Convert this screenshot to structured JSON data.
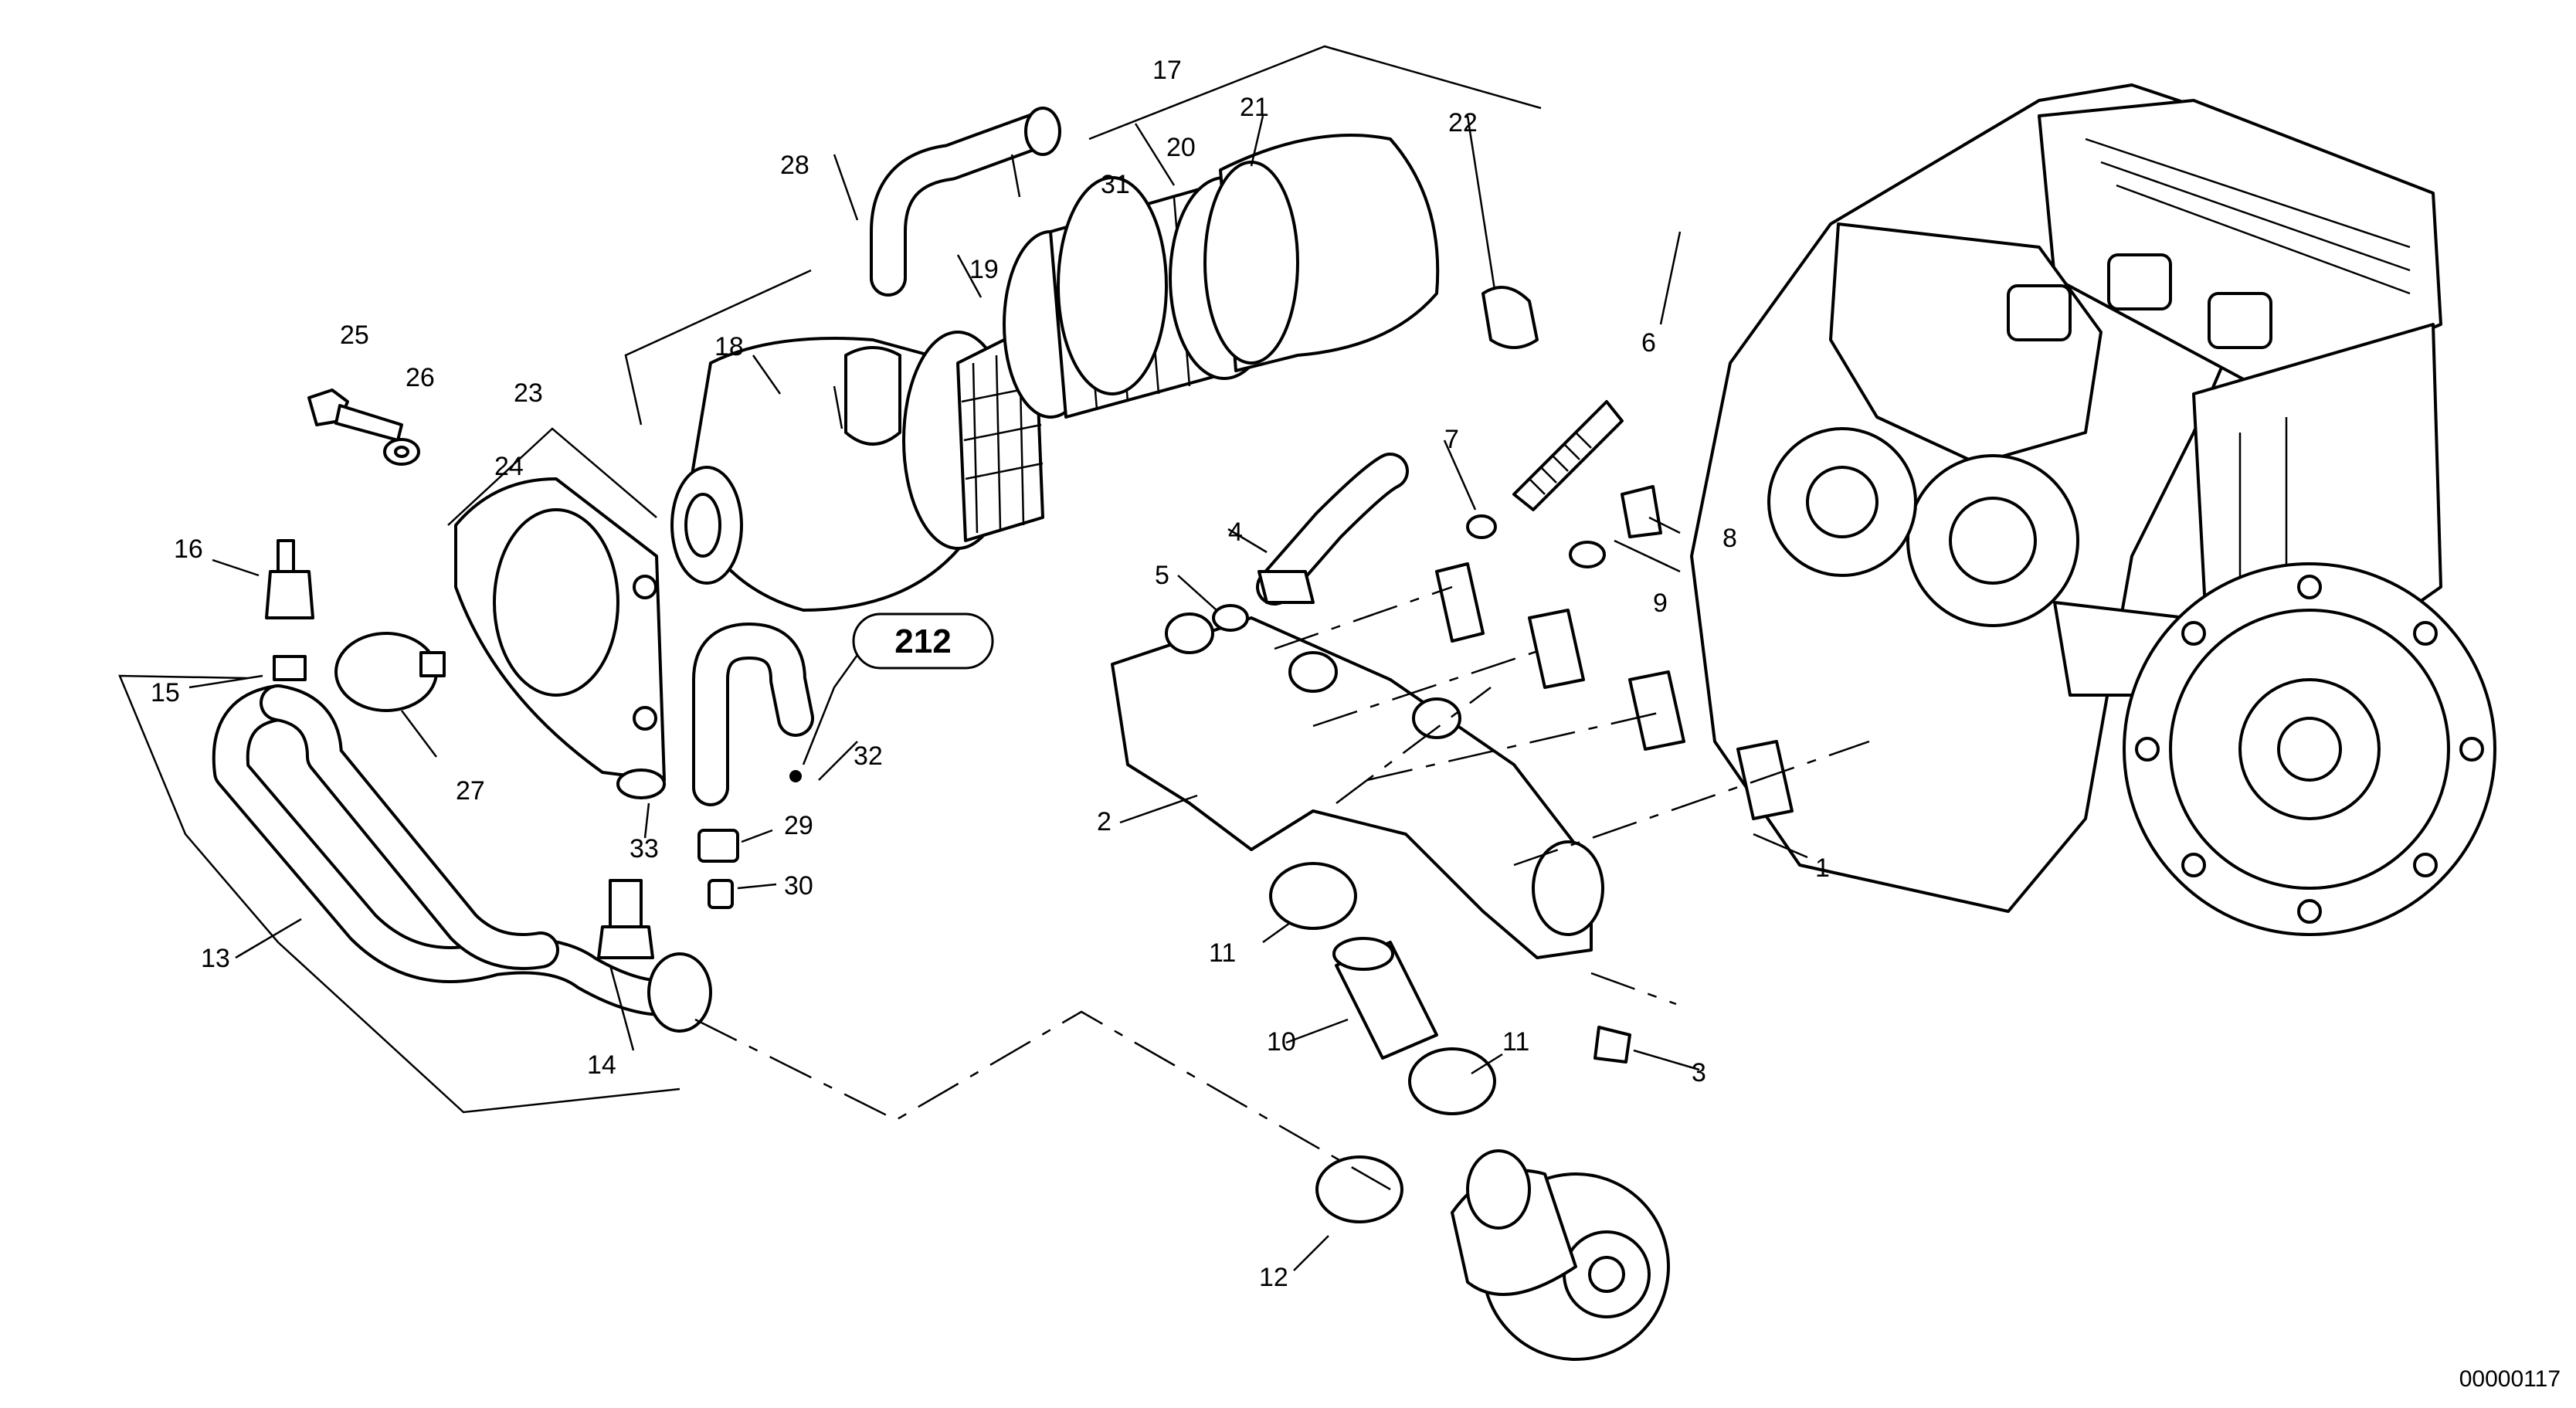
{
  "diagram": {
    "callouts": {
      "c1": "1",
      "c2": "2",
      "c3": "3",
      "c4": "4",
      "c5": "5",
      "c6": "6",
      "c7": "7",
      "c8": "8",
      "c9": "9",
      "c10": "10",
      "c11a": "11",
      "c11b": "11",
      "c12": "12",
      "c13": "13",
      "c14": "14",
      "c15": "15",
      "c16": "16",
      "c17": "17",
      "c18": "18",
      "c19": "19",
      "c20": "20",
      "c21": "21",
      "c22": "22",
      "c23": "23",
      "c24": "24",
      "c25": "25",
      "c26": "26",
      "c27": "27",
      "c28": "28",
      "c29": "29",
      "c30": "30",
      "c31": "31",
      "c32": "32",
      "c33": "33"
    },
    "reference_badge": "212",
    "image_code": "00000117"
  }
}
